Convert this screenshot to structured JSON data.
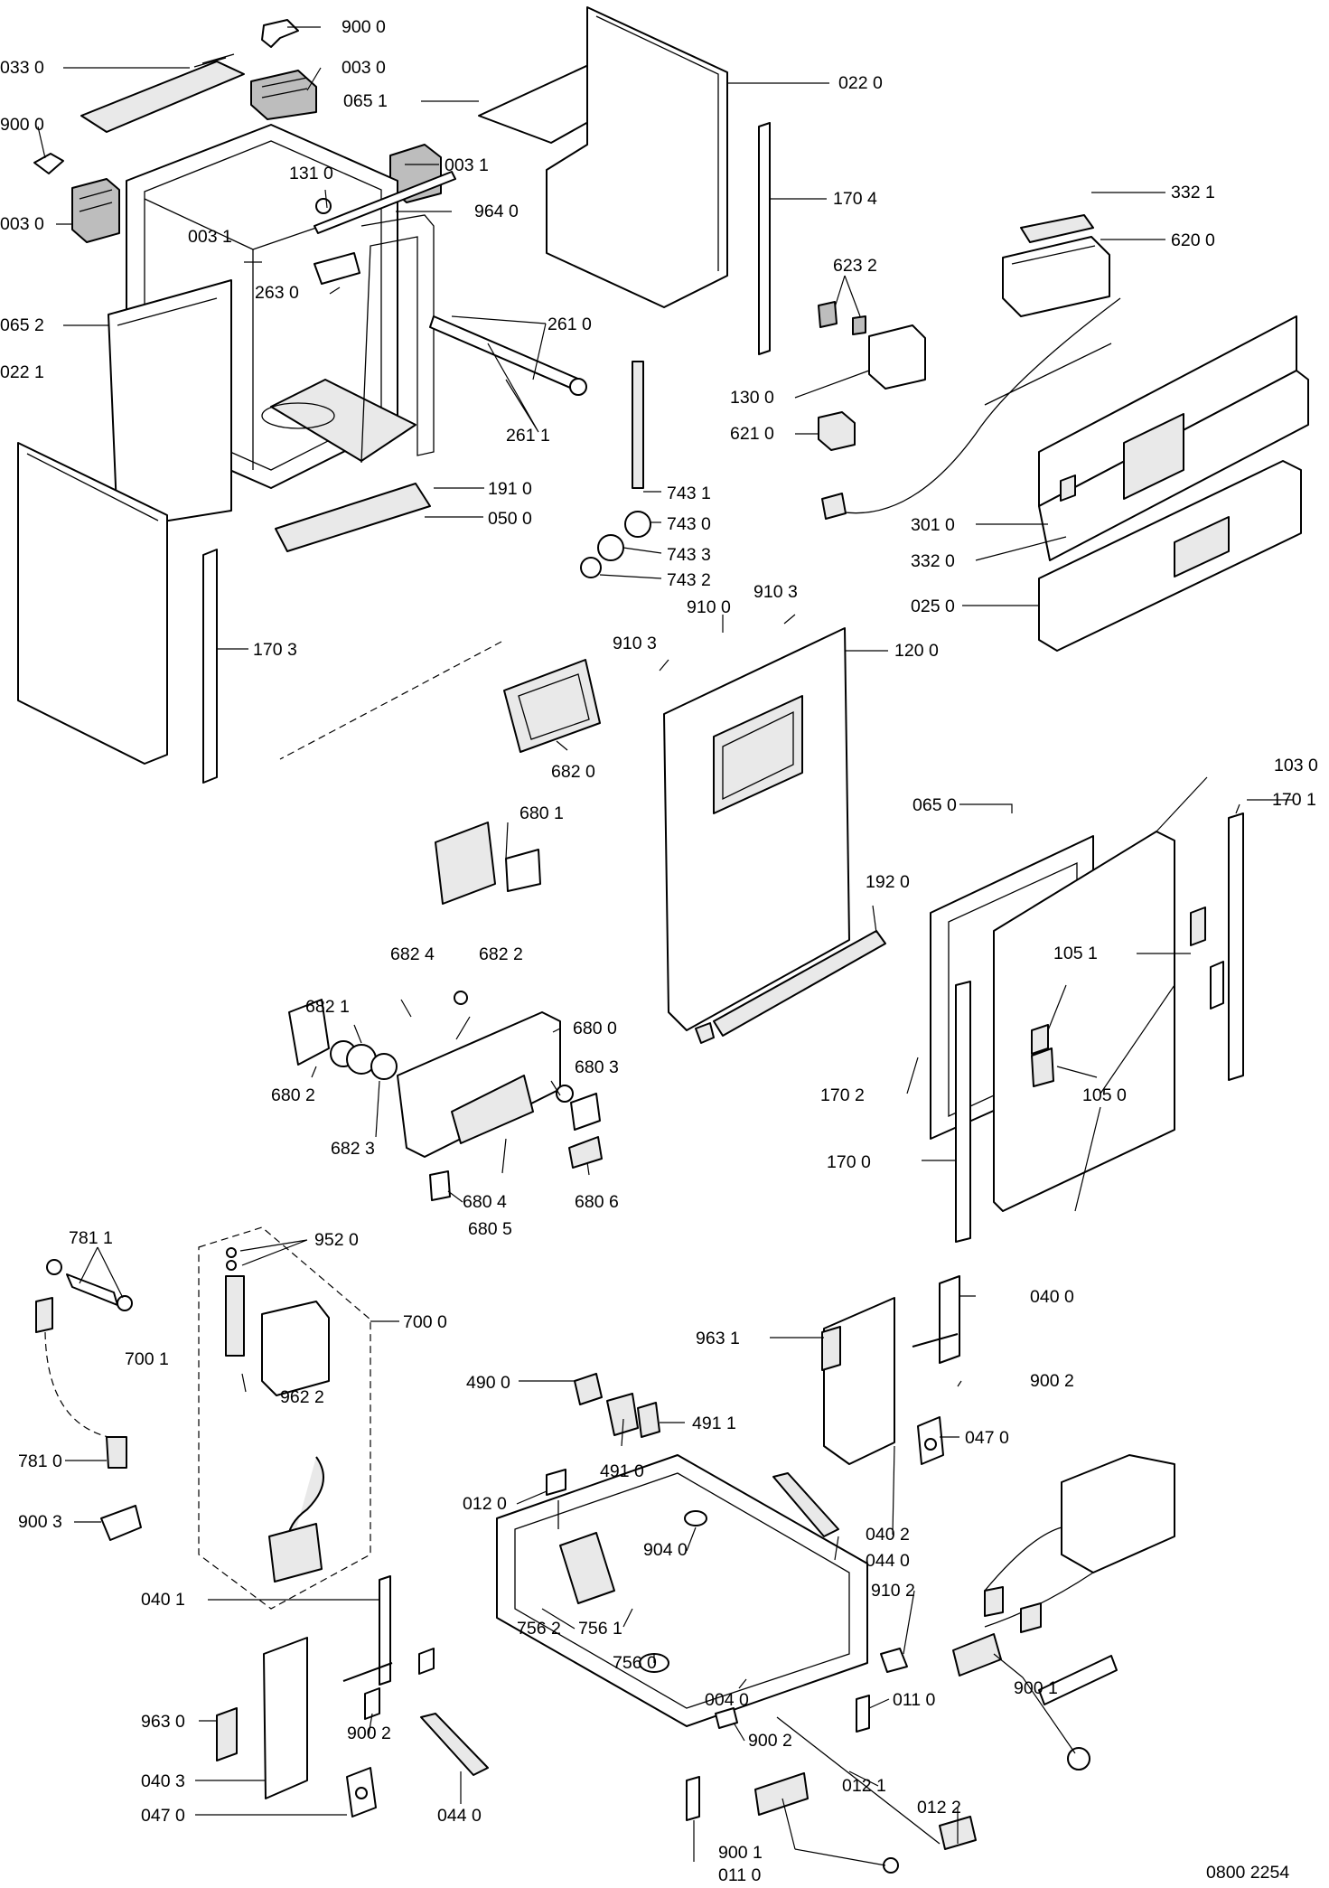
{
  "diagram": {
    "drawing_number": "0800 2254",
    "callouts": [
      "900 0",
      "033 0",
      "003 0",
      "900 0",
      "065 1",
      "022 0",
      "003 1",
      "131 0",
      "964 0",
      "003 0",
      "170 4",
      "003 1",
      "263 0",
      "065 2",
      "332 1",
      "620 0",
      "623 2",
      "261 0",
      "022 1",
      "261 1",
      "130 0",
      "621 0",
      "191 0",
      "743 1",
      "050 0",
      "743 0",
      "301 0",
      "743 3",
      "332 0",
      "743 2",
      "910 3",
      "910 0",
      "025 0",
      "910 3",
      "170 3",
      "120 0",
      "682 0",
      "103 0",
      "065 0",
      "170 1",
      "680 1",
      "192 0",
      "682 4",
      "682 2",
      "682 1",
      "105 1",
      "680 0",
      "680 3",
      "680 2",
      "170 2",
      "105 0",
      "682 3",
      "170 0",
      "680 4",
      "680 6",
      "680 5",
      "781 1",
      "952 0",
      "700 0",
      "040 0",
      "700 1",
      "963 1",
      "490 0",
      "900 2",
      "962 2",
      "491 1",
      "047 0",
      "491 0",
      "781 0",
      "012 0",
      "040 2",
      "900 3",
      "044 0",
      "904 0",
      "040 1",
      "910 2",
      "756 2",
      "756 1",
      "900 1",
      "963 0",
      "756 0",
      "011 0",
      "004 0",
      "900 2",
      "900 2",
      "040 3",
      "012 1",
      "047 0",
      "044 0",
      "012 2",
      "900 1",
      "011 0"
    ]
  }
}
